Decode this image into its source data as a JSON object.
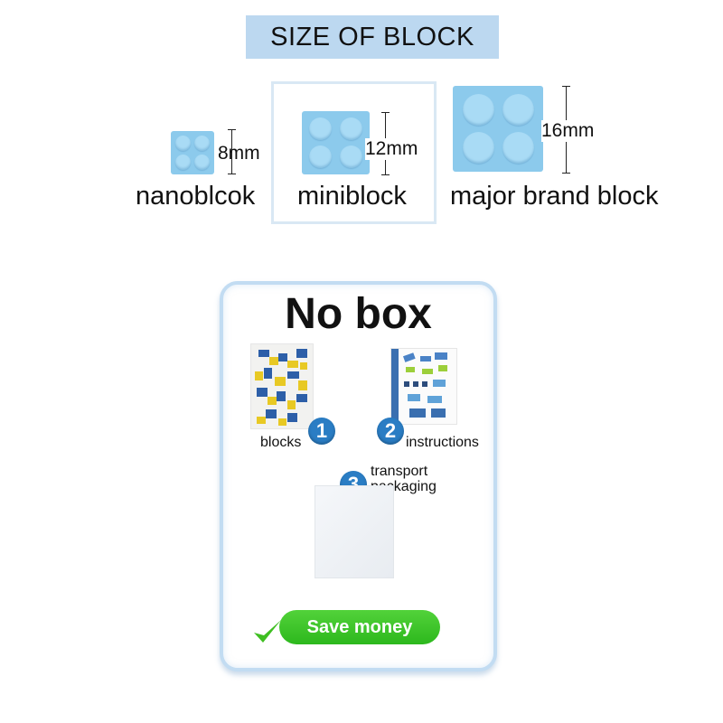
{
  "header": {
    "title": "SIZE OF BLOCK"
  },
  "blocks": [
    {
      "name": "nanoblcok",
      "size": "8mm"
    },
    {
      "name": "miniblock",
      "size": "12mm"
    },
    {
      "name": "major brand block",
      "size": "16mm"
    }
  ],
  "card": {
    "title": "No box",
    "items": [
      {
        "number": "1",
        "label": "blocks"
      },
      {
        "number": "2",
        "label": "instructions"
      },
      {
        "number": "3",
        "label_line1": "transport",
        "label_line2": "packaging"
      }
    ],
    "save_label": "Save money"
  },
  "colors": {
    "banner": "#bcd8f0",
    "brick": "#8ccaec",
    "badge": "#2a7dc4",
    "save_pill": "#3cc52a",
    "checkmark": "#3fbf22"
  },
  "icons": [
    "checkmark-icon"
  ]
}
